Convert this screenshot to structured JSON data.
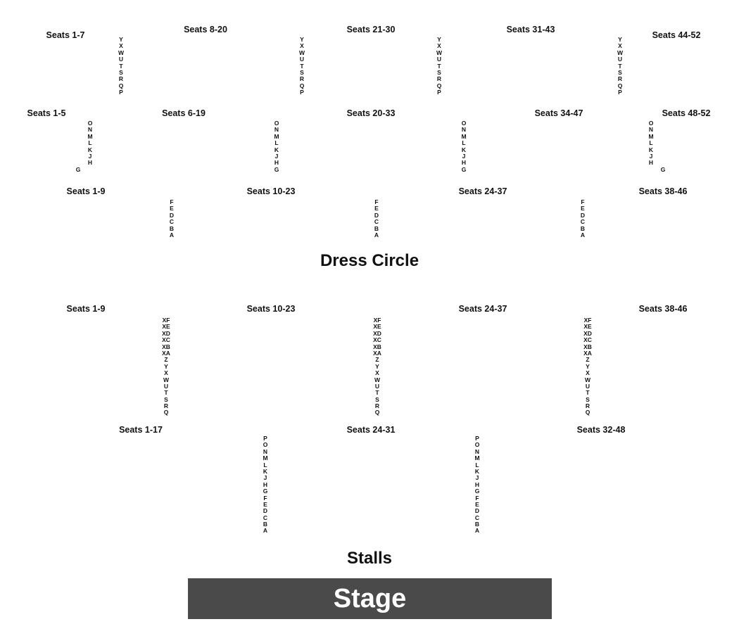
{
  "dress_circle": {
    "title": "Dress Circle",
    "upper_tier": [
      "Seats 1-7",
      "Seats 8-20",
      "Seats 21-30",
      "Seats 31-43",
      "Seats 44-52"
    ],
    "upper_rows": [
      "Y",
      "X",
      "W",
      "U",
      "T",
      "S",
      "R",
      "Q",
      "P"
    ],
    "middle_tier": [
      "Seats 1-5",
      "Seats 6-19",
      "Seats 20-33",
      "Seats 34-47",
      "Seats 48-52"
    ],
    "middle_rows": [
      "O",
      "N",
      "M",
      "L",
      "K",
      "J",
      "H"
    ],
    "middle_rows_full": [
      "O",
      "N",
      "M",
      "L",
      "K",
      "J",
      "H",
      "G"
    ],
    "row_g": "G",
    "lower_tier": [
      "Seats 1-9",
      "Seats 10-23",
      "Seats 24-37",
      "Seats 38-46"
    ],
    "lower_rows": [
      "F",
      "E",
      "D",
      "C",
      "B",
      "A"
    ]
  },
  "stalls": {
    "title": "Stalls",
    "upper_tier": [
      "Seats 1-9",
      "Seats 10-23",
      "Seats 24-37",
      "Seats 38-46"
    ],
    "upper_rows": [
      "XF",
      "XE",
      "XD",
      "XC",
      "XB",
      "XA",
      "Z",
      "Y",
      "X",
      "W",
      "U",
      "T",
      "S",
      "R",
      "Q"
    ],
    "lower_tier": [
      "Seats 1-17",
      "Seats 24-31",
      "Seats 32-48"
    ],
    "lower_rows": [
      "P",
      "O",
      "N",
      "M",
      "L",
      "K",
      "J",
      "H",
      "G",
      "F",
      "E",
      "D",
      "C",
      "B",
      "A"
    ]
  },
  "stage": {
    "label": "Stage"
  }
}
